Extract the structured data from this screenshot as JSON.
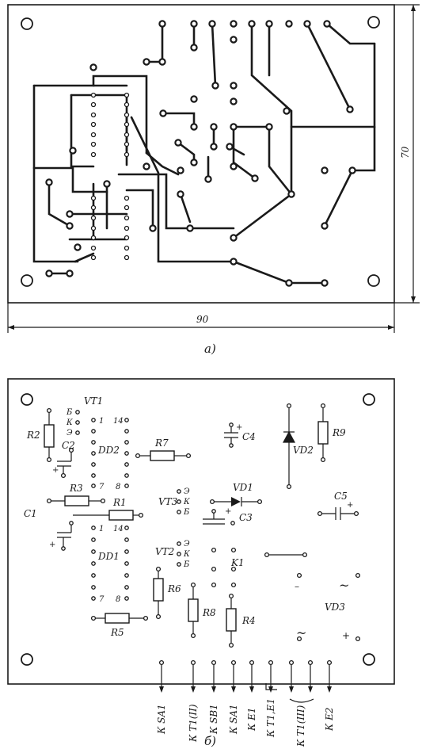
{
  "figure_a": {
    "caption": "а)",
    "dim_width": "90",
    "dim_height": "70"
  },
  "figure_b": {
    "caption": "б)",
    "components": {
      "r1": "R1",
      "r2": "R2",
      "r3": "R3",
      "r4": "R4",
      "r5": "R5",
      "r6": "R6",
      "r7": "R7",
      "r8": "R8",
      "r9": "R9",
      "c1": "C1",
      "c2": "C2",
      "c3": "C3",
      "c4": "C4",
      "c5": "C5",
      "vt1": "VT1",
      "vt2": "VT2",
      "vt3": "VT3",
      "vd1": "VD1",
      "vd2": "VD2",
      "vd3": "VD3",
      "dd1": "DD1",
      "dd2": "DD2",
      "k1": "K1"
    },
    "pins": {
      "e": "Э",
      "k": "К",
      "b": "Б",
      "p1": "1",
      "p7": "7",
      "p8": "8",
      "p14": "14"
    },
    "symbols": {
      "plus": "+",
      "minus": "–",
      "tilde": "~"
    },
    "connectors": [
      "К SA1",
      "К T1(II)",
      "К SB1",
      "К SA1",
      "К E1",
      "К T1,E1",
      "К T1(III)",
      "К E2"
    ]
  }
}
